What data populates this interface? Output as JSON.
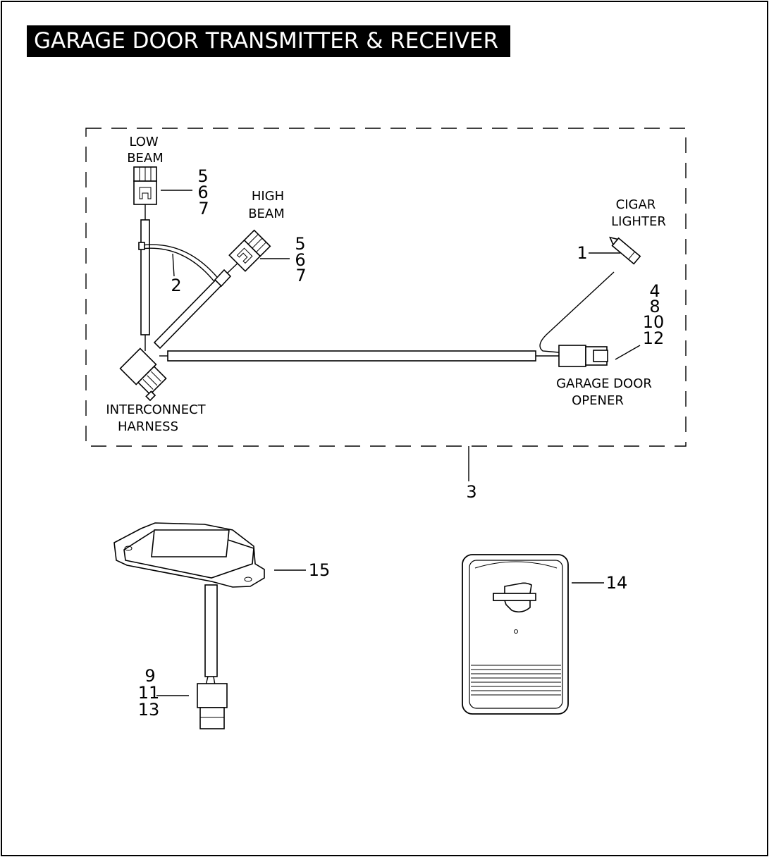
{
  "title": "GARAGE DOOR TRANSMITTER & RECEIVER",
  "labels": {
    "low_beam_1": "LOW",
    "low_beam_2": "BEAM",
    "high_beam_1": "HIGH",
    "high_beam_2": "BEAM",
    "cigar_1": "CIGAR",
    "cigar_2": "LIGHTER",
    "garage_1": "GARAGE DOOR",
    "garage_2": "OPENER",
    "interconnect_1": "INTERCONNECT",
    "interconnect_2": "HARNESS"
  },
  "callouts": {
    "low_beam": [
      "5",
      "6",
      "7"
    ],
    "high_beam": [
      "5",
      "6",
      "7"
    ],
    "cigar": "1",
    "branch": "2",
    "kit": "3",
    "opener": [
      "4",
      "8",
      "10",
      "12"
    ],
    "receiver_plug": [
      "9",
      "11",
      "13"
    ],
    "receiver": "15",
    "transmitter": "14"
  }
}
